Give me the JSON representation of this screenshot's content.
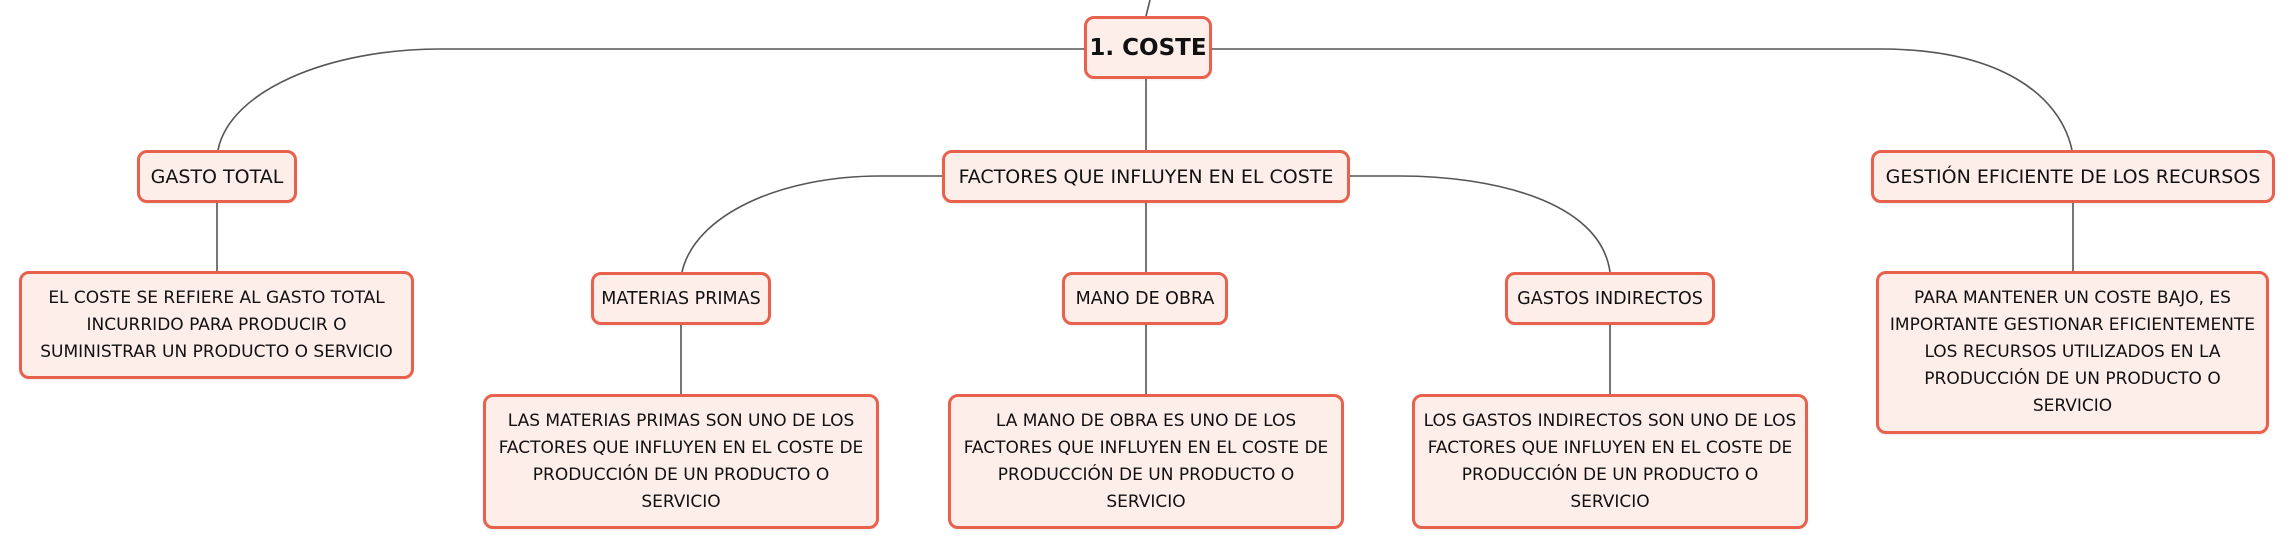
{
  "colors": {
    "node_border": "#e8614c",
    "node_fill": "#fdeeea",
    "connector": "#555555"
  },
  "root": {
    "label": "1. COSTE"
  },
  "branches": [
    {
      "id": "gasto-total",
      "label": "GASTO TOTAL",
      "description": "EL COSTE SE REFIERE AL GASTO TOTAL INCURRIDO PARA PRODUCIR O SUMINISTRAR UN PRODUCTO O SERVICIO"
    },
    {
      "id": "factores",
      "label": "FACTORES QUE INFLUYEN EN EL COSTE",
      "children": [
        {
          "id": "materias-primas",
          "label": "MATERIAS PRIMAS",
          "description": "LAS MATERIAS PRIMAS SON UNO DE LOS FACTORES QUE INFLUYEN EN EL COSTE DE PRODUCCIÓN DE UN PRODUCTO O SERVICIO"
        },
        {
          "id": "mano-de-obra",
          "label": "MANO DE OBRA",
          "description": "LA MANO DE OBRA ES UNO DE LOS FACTORES QUE INFLUYEN EN EL COSTE DE PRODUCCIÓN DE UN PRODUCTO O SERVICIO"
        },
        {
          "id": "gastos-indirectos",
          "label": "GASTOS INDIRECTOS",
          "description": "LOS GASTOS INDIRECTOS SON UNO DE LOS FACTORES QUE INFLUYEN EN EL COSTE DE PRODUCCIÓN DE UN PRODUCTO O SERVICIO"
        }
      ]
    },
    {
      "id": "gestion",
      "label": "GESTIÓN EFICIENTE DE LOS RECURSOS",
      "description": "PARA MANTENER UN COSTE BAJO, ES IMPORTANTE GESTIONAR EFICIENTEMENTE LOS RECURSOS UTILIZADOS EN LA PRODUCCIÓN DE UN PRODUCTO O SERVICIO"
    }
  ]
}
